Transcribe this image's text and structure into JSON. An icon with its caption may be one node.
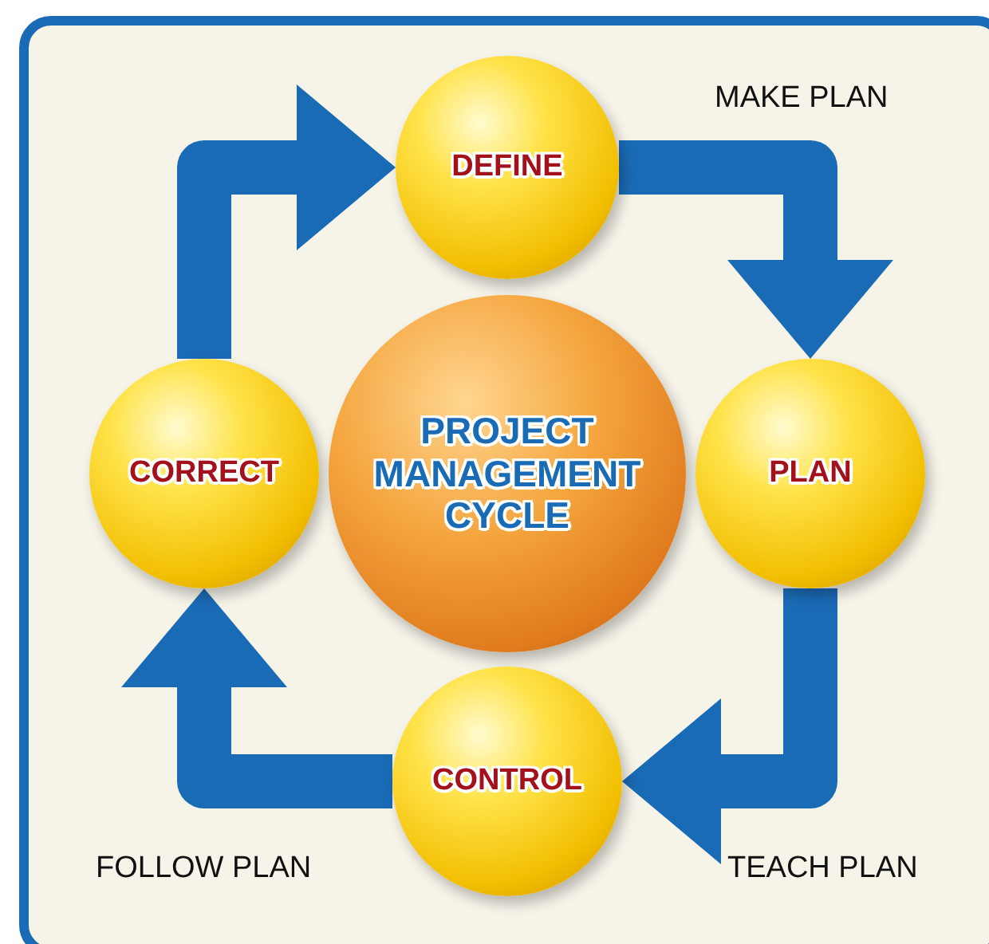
{
  "diagram": {
    "nodes": [
      {
        "text": [
          "DEFINE"
        ]
      },
      {
        "text": [
          "CORRECT"
        ]
      },
      {
        "text": [
          "PROJECT MANAGEMENT CYCLE"
        ]
      },
      {
        "text": [
          "PLAN"
        ]
      },
      {
        "text": [
          "CONTROL"
        ]
      }
    ],
    "edges": [
      {
        "from": 0,
        "to": 3,
        "arrow": "to"
      },
      {
        "from": 3,
        "to": 4,
        "arrow": "to"
      },
      {
        "from": 4,
        "to": 1,
        "arrow": "to"
      },
      {
        "from": 1,
        "to": 0,
        "arrow": "to"
      }
    ],
    "labels": [
      "MAKE PLAN",
      "FOLLOW PLAN",
      "TEACH PLAN"
    ]
  }
}
